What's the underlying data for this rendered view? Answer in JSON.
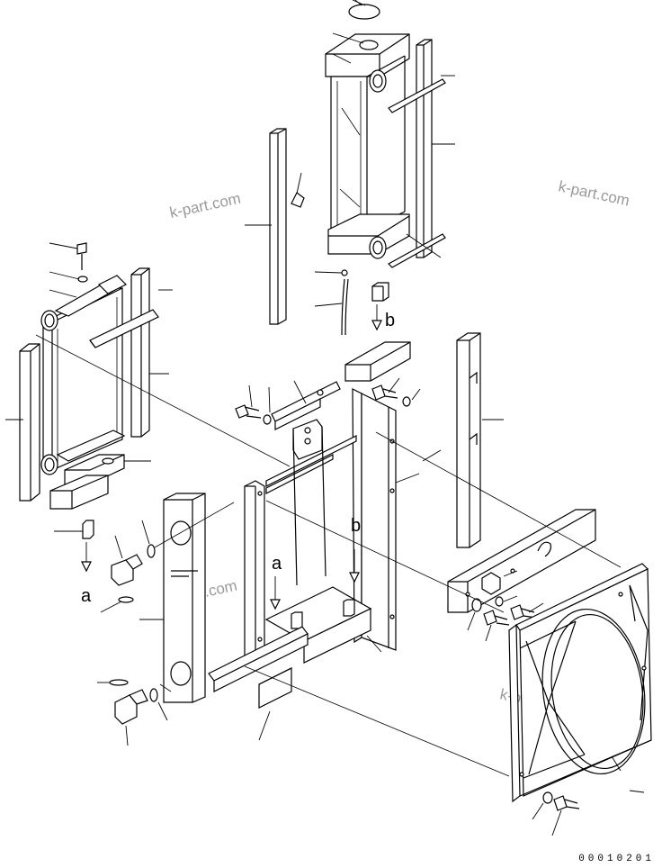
{
  "watermarks": [
    "k-part.com",
    "k-part.com",
    "k-part.com",
    "k-part.com"
  ],
  "ref_letters": {
    "a_upper": "a",
    "a_lower": "a",
    "b_upper": "b",
    "b_lower": "b"
  },
  "doc_number": "00010201"
}
